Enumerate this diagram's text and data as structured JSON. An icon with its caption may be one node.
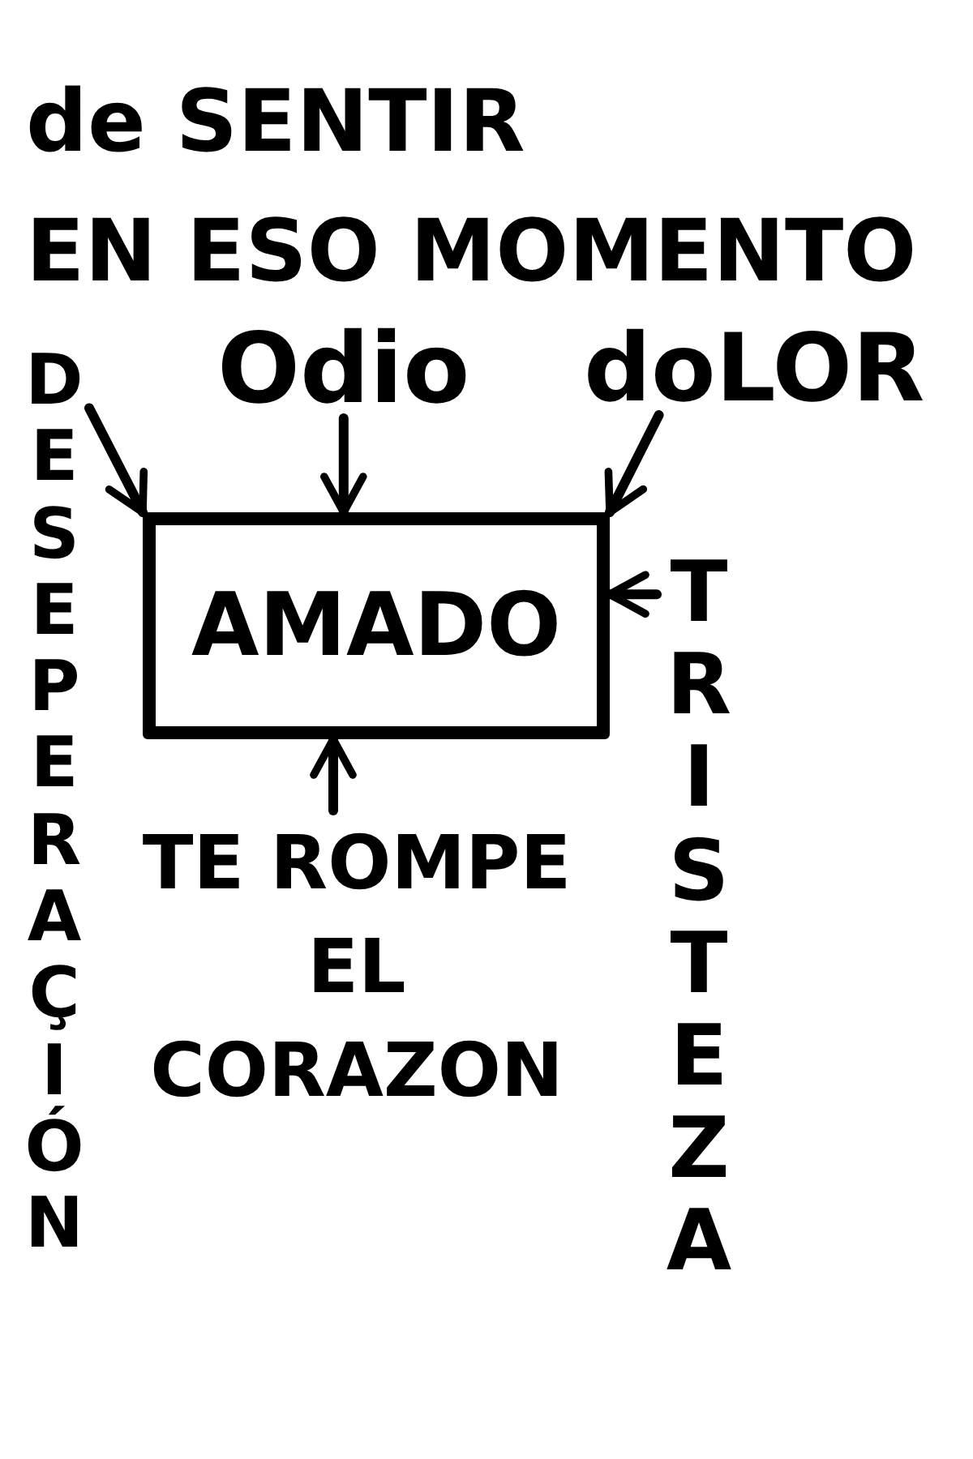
{
  "diagram": {
    "title": "de SENTIR EN ESO MOMENTO",
    "nodes": [
      {
        "text": [
          "DESEPERAÇIÓN"
        ]
      },
      {
        "text": [
          "Odio"
        ]
      },
      {
        "text": [
          "doLOR"
        ]
      },
      {
        "text": [
          "AMADO"
        ]
      },
      {
        "text": [
          "TRISTEZA"
        ]
      },
      {
        "text": [
          "TE ROMPE EL CORAZON"
        ]
      }
    ],
    "edges": [
      {
        "from": 0,
        "to": 3,
        "arrow": "to"
      },
      {
        "from": 1,
        "to": 3,
        "arrow": "to"
      },
      {
        "from": 2,
        "to": 3,
        "arrow": "to"
      },
      {
        "from": 4,
        "to": 3,
        "arrow": "to"
      },
      {
        "from": 5,
        "to": 3,
        "arrow": "to"
      }
    ]
  }
}
